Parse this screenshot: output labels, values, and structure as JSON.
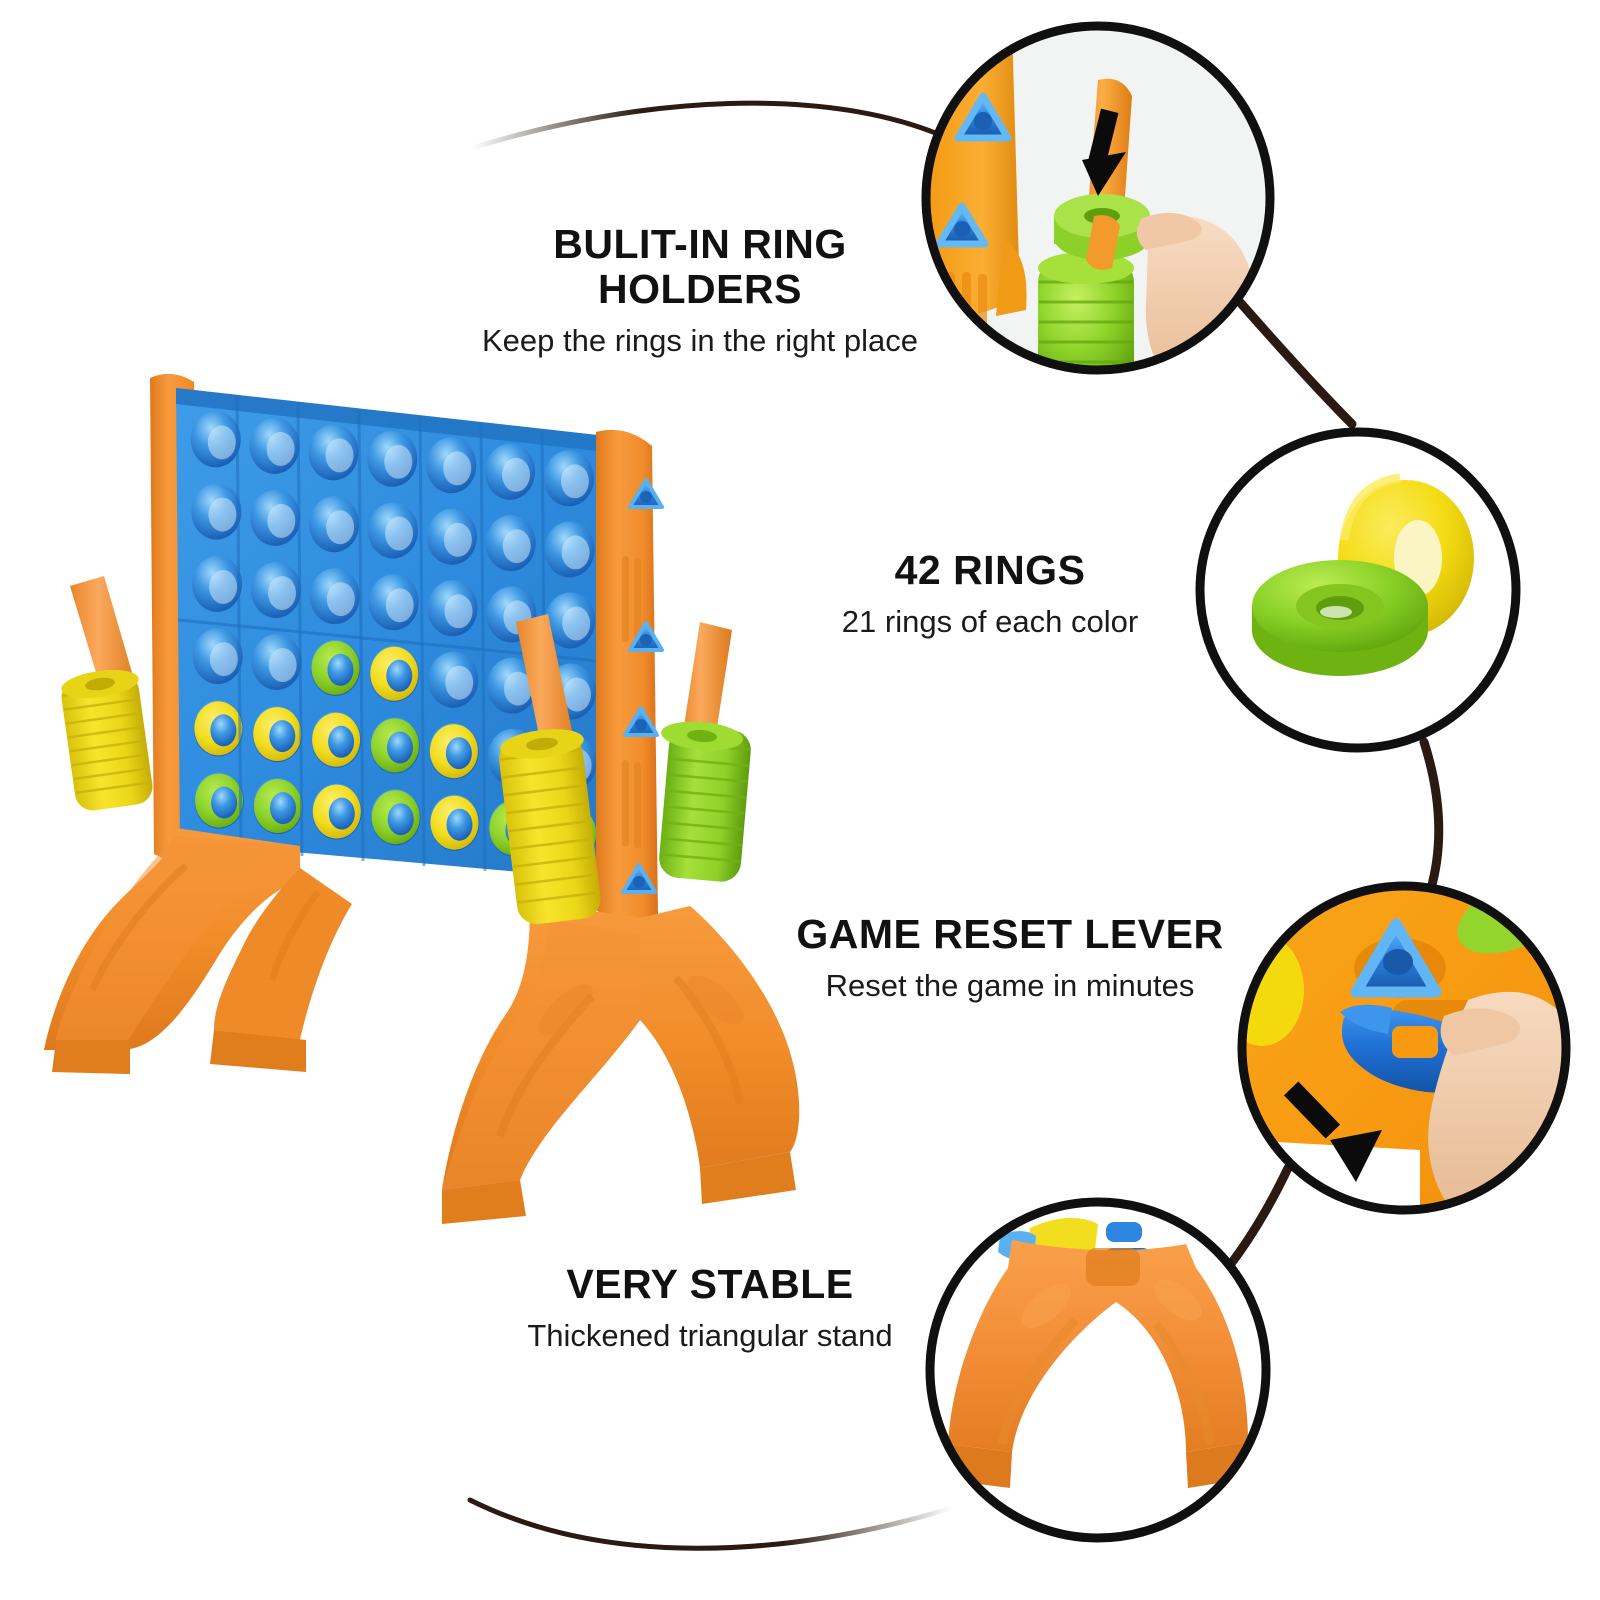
{
  "page": {
    "background": "#ffffff",
    "product": "giant connect-four ring drop game",
    "layout": "product photo at left, four circular feature close-ups at right joined by a curved line"
  },
  "palette": {
    "orange": "#F08A2B",
    "orange_light": "#F79B3E",
    "orange_dark": "#D9711A",
    "blue": "#2F8FE0",
    "blue_light": "#5BB1F0",
    "blue_dark": "#1C63B8",
    "blue_knob": "#2E7FE0",
    "green": "#8DD22B",
    "green_dark": "#6FB313",
    "yellow": "#F2DD1E",
    "yellow_dark": "#D8C00C",
    "line": "#2B1A12",
    "circle_border": "#101010",
    "text": "#111111",
    "skin": "#F2C9A8"
  },
  "callouts": [
    {
      "id": "built-in-ring-holders",
      "title": "BULIT-IN RING\nHOLDERS",
      "subtitle": "Keep the rings in the right place",
      "image_alt": "hand sliding a green ring down an orange holder post"
    },
    {
      "id": "42-rings",
      "title": "42 RINGS",
      "subtitle": "21 rings of each color",
      "image_alt": "one yellow ring standing upright behind one green ring lying flat"
    },
    {
      "id": "game-reset-lever",
      "title": "GAME RESET LEVER",
      "subtitle": "Reset the game in minutes",
      "image_alt": "hand pulling the blue reset lever on the orange frame"
    },
    {
      "id": "very-stable",
      "title": "VERY STABLE",
      "subtitle": "Thickened triangular stand",
      "image_alt": "orange arch shaped triangular stand leg"
    }
  ],
  "product": {
    "board": {
      "columns": 7,
      "rows": 6,
      "slot_color": "#2F8FE0",
      "frame_color": "#F08A2B",
      "filled_slots": [
        {
          "col": 0,
          "row": 4,
          "color": "yellow"
        },
        {
          "col": 0,
          "row": 5,
          "color": "green"
        },
        {
          "col": 1,
          "row": 4,
          "color": "yellow"
        },
        {
          "col": 1,
          "row": 5,
          "color": "green"
        },
        {
          "col": 2,
          "row": 3,
          "color": "green"
        },
        {
          "col": 2,
          "row": 4,
          "color": "yellow"
        },
        {
          "col": 2,
          "row": 5,
          "color": "yellow"
        },
        {
          "col": 3,
          "row": 3,
          "color": "yellow"
        },
        {
          "col": 3,
          "row": 4,
          "color": "green"
        },
        {
          "col": 3,
          "row": 5,
          "color": "green"
        },
        {
          "col": 4,
          "row": 4,
          "color": "yellow"
        },
        {
          "col": 4,
          "row": 5,
          "color": "yellow"
        },
        {
          "col": 5,
          "row": 5,
          "color": "green"
        },
        {
          "col": 6,
          "row": 5,
          "color": "green"
        }
      ]
    },
    "ring_holders": [
      {
        "position": "left-leg",
        "ring_color": "yellow",
        "ring_count": 9
      },
      {
        "position": "right-leg-inner",
        "ring_color": "yellow",
        "ring_count": 9
      },
      {
        "position": "right-leg-outer",
        "ring_color": "green",
        "ring_count": 9
      }
    ],
    "lever_knobs": 4,
    "legs": 2
  }
}
